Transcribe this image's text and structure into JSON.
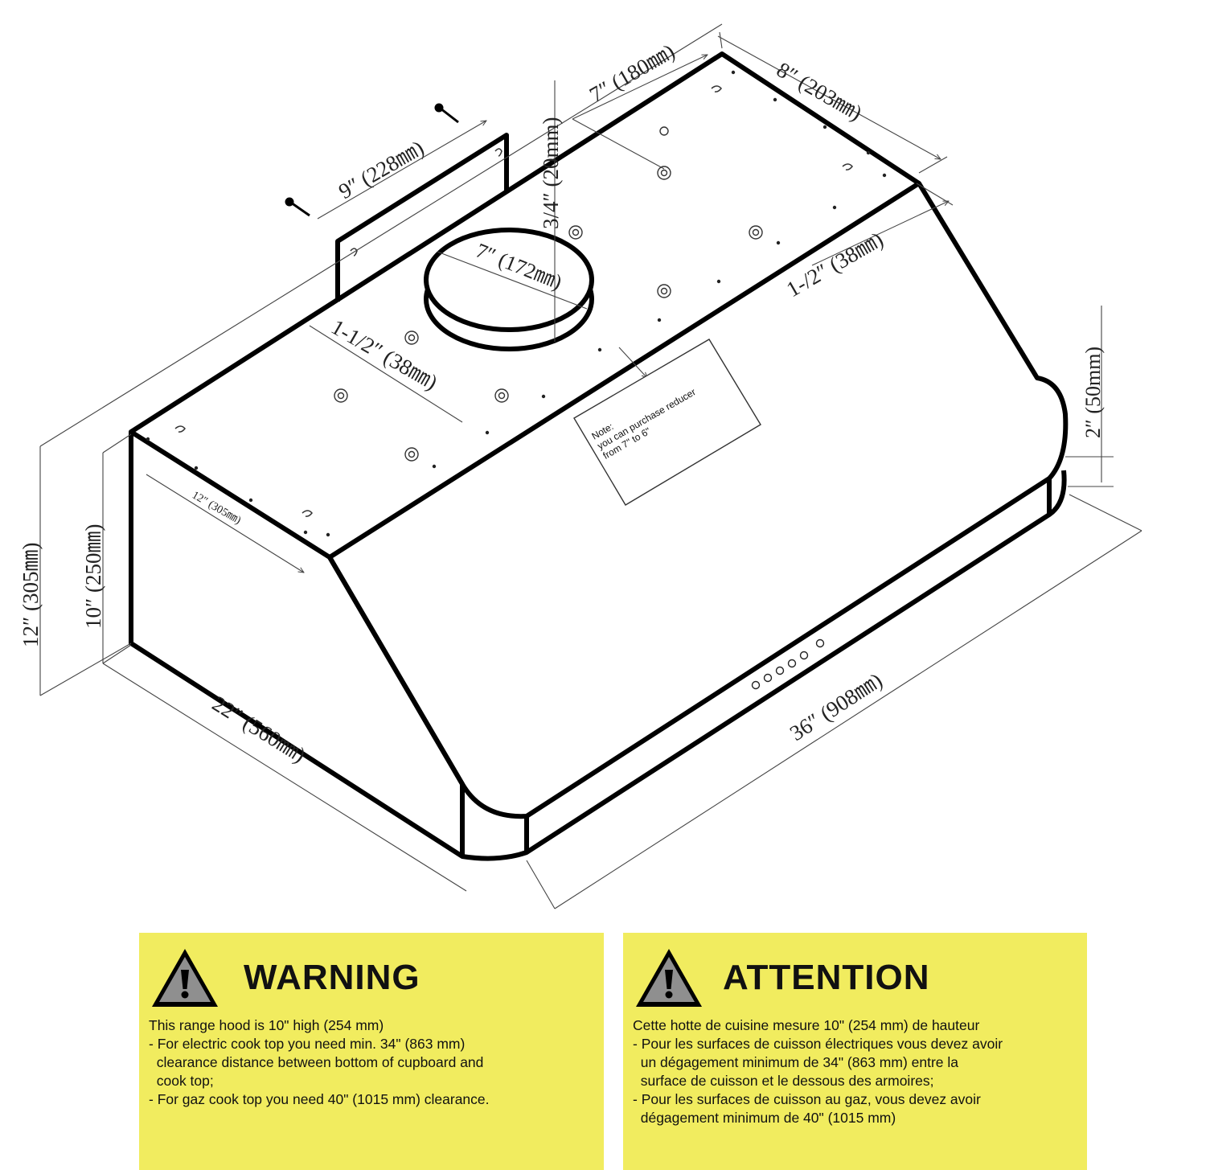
{
  "dimensions": {
    "top_width": "8″ (203㎜)",
    "top_depth": "7″ (180㎜)",
    "collar_height": "3/4″ (20mm)",
    "bracket_width": "9″ (228㎜)",
    "duct_diameter": "7″ (172㎜)",
    "side_offset": "1-1/2″ (38㎜)",
    "front_offset": "1-/2″ (38㎜)",
    "bottom_lip": "2″ (50mm)",
    "side_screw_span": "12″ (305㎜)",
    "height_total": "12″ (305㎜)",
    "height_body": "10″ (250㎜)",
    "depth": "22″ (560㎜)",
    "width": "36″ (908㎜)"
  },
  "note": {
    "line1": "Note:",
    "line2": "you can purchase reducer",
    "line3": "from 7\" to 6\""
  },
  "warning": {
    "title": "WARNING",
    "lines": [
      "This range hood is 10\" high (254 mm)",
      "- For electric cook top you need min. 34\" (863 mm)",
      "  clearance distance between bottom of cupboard and",
      "  cook top;",
      "- For gaz cook top you need 40\" (1015 mm) clearance."
    ]
  },
  "attention": {
    "title": "ATTENTION",
    "lines": [
      "Cette hotte de cuisine mesure 10\" (254 mm) de hauteur",
      "- Pour les surfaces de cuisson électriques vous devez avoir",
      "  un dégagement minimum de 34\" (863 mm) entre la",
      "  surface de cuisson et le dessous des armoires;",
      "- Pour les surfaces de cuisson au gaz, vous devez avoir",
      "  dégagement minimum de 40\" (1015 mm)"
    ]
  },
  "colors": {
    "panel_background": "#f1ec5f",
    "triangle_fill": "#8f8f8f",
    "outline": "#000000"
  }
}
